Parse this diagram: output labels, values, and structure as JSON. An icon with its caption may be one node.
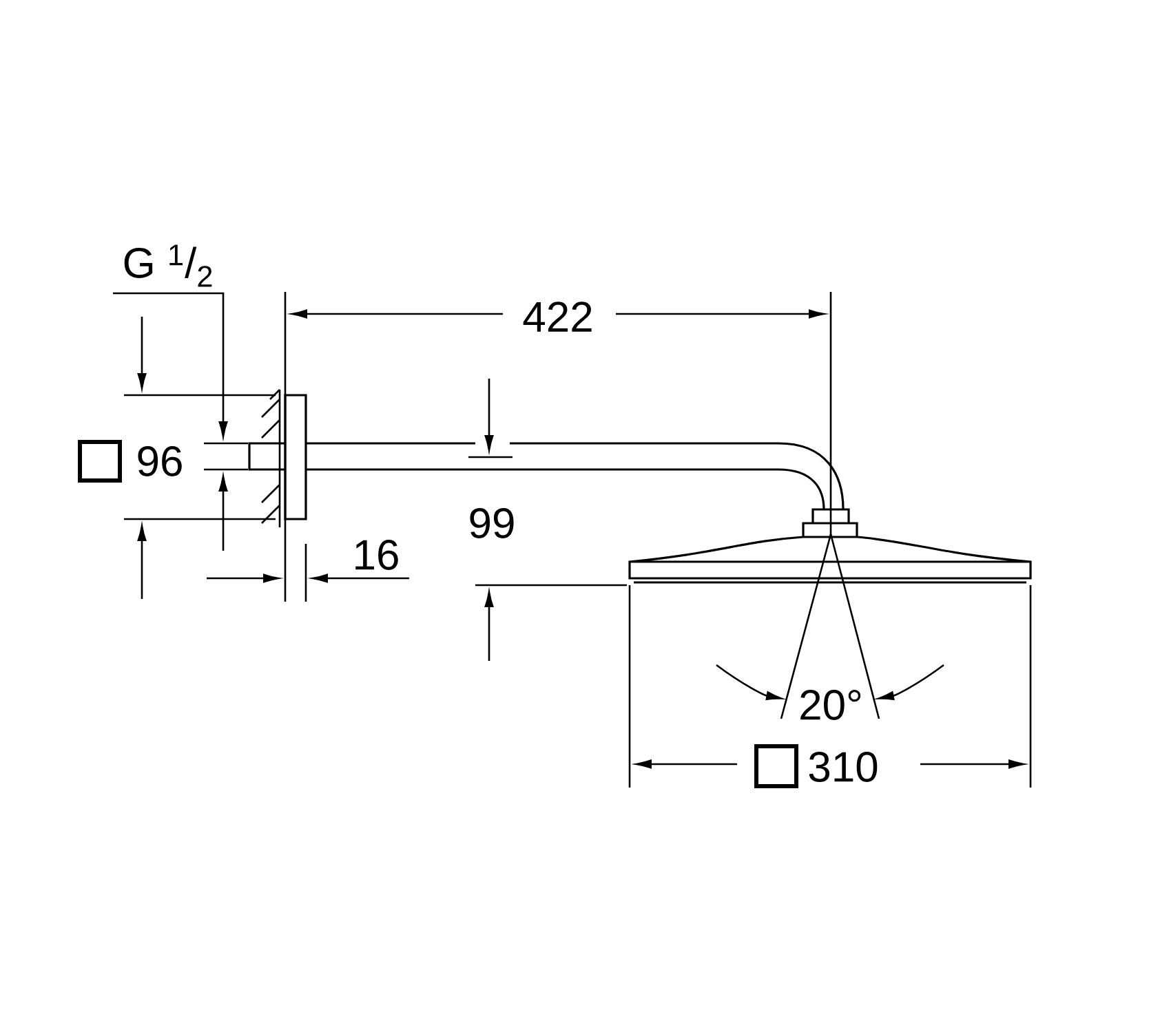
{
  "diagram": {
    "labels": [
      "G $^{1}$/$_{2}$",
      "422",
      "96",
      "99",
      "16",
      "20°",
      "310"
    ]
  }
}
